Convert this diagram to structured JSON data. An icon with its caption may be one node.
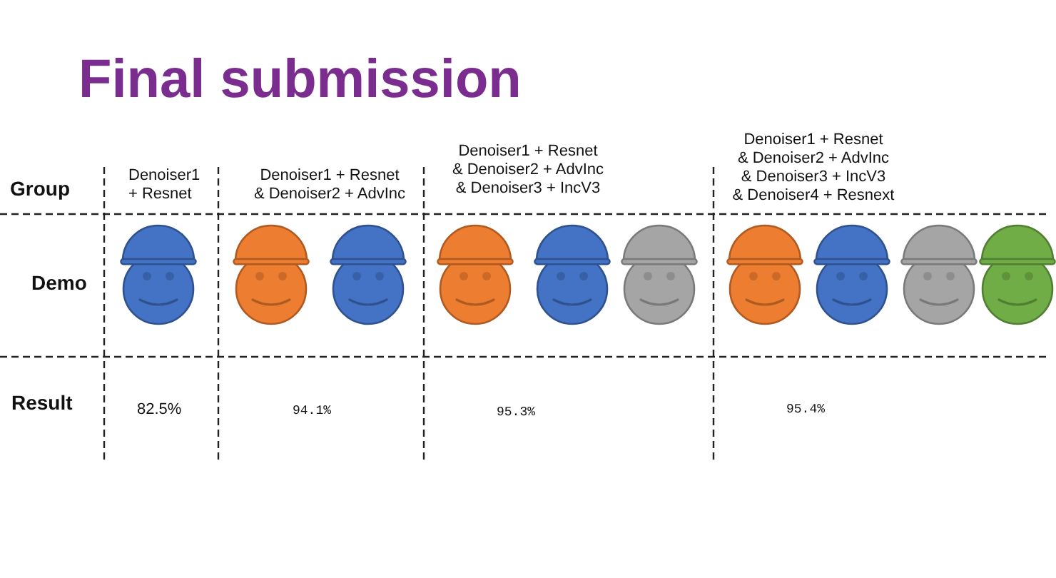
{
  "diagram": {
    "title": "Final submission",
    "labels": [
      "Group",
      "Denoiser1 + Resnet",
      "Denoiser1 + Resnet & Denoiser2 + AdvInc",
      "Denoiser1 + Resnet & Denoiser2 + AdvInc & Denoiser3 + IncV3",
      "Denoiser1 + Resnet & Denoiser2 + AdvInc & Denoiser3 + IncV3 & Denoiser4 + Resnext",
      "Demo",
      "Result",
      "82.5%",
      "94.1%",
      "95.3%",
      "95.4%"
    ]
  }
}
